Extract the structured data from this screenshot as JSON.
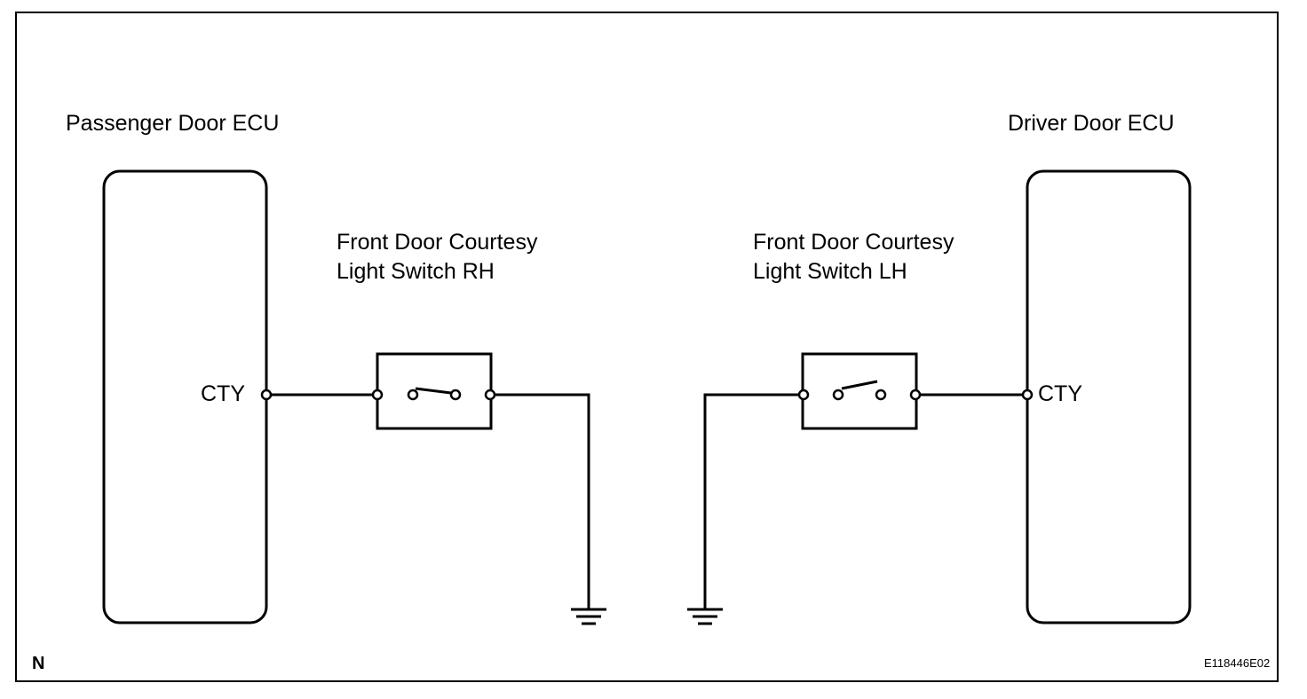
{
  "components": {
    "passenger_ecu": {
      "title": "Passenger Door ECU",
      "pin": "CTY"
    },
    "driver_ecu": {
      "title": "Driver Door ECU",
      "pin": "CTY"
    },
    "switch_rh": {
      "line1": "Front Door Courtesy",
      "line2": "Light Switch RH"
    },
    "switch_lh": {
      "line1": "Front Door Courtesy",
      "line2": "Light Switch LH"
    }
  },
  "footer": {
    "north_marker": "N",
    "figure_code": "E118446E02"
  },
  "colors": {
    "line": "#000000",
    "background": "#ffffff"
  }
}
